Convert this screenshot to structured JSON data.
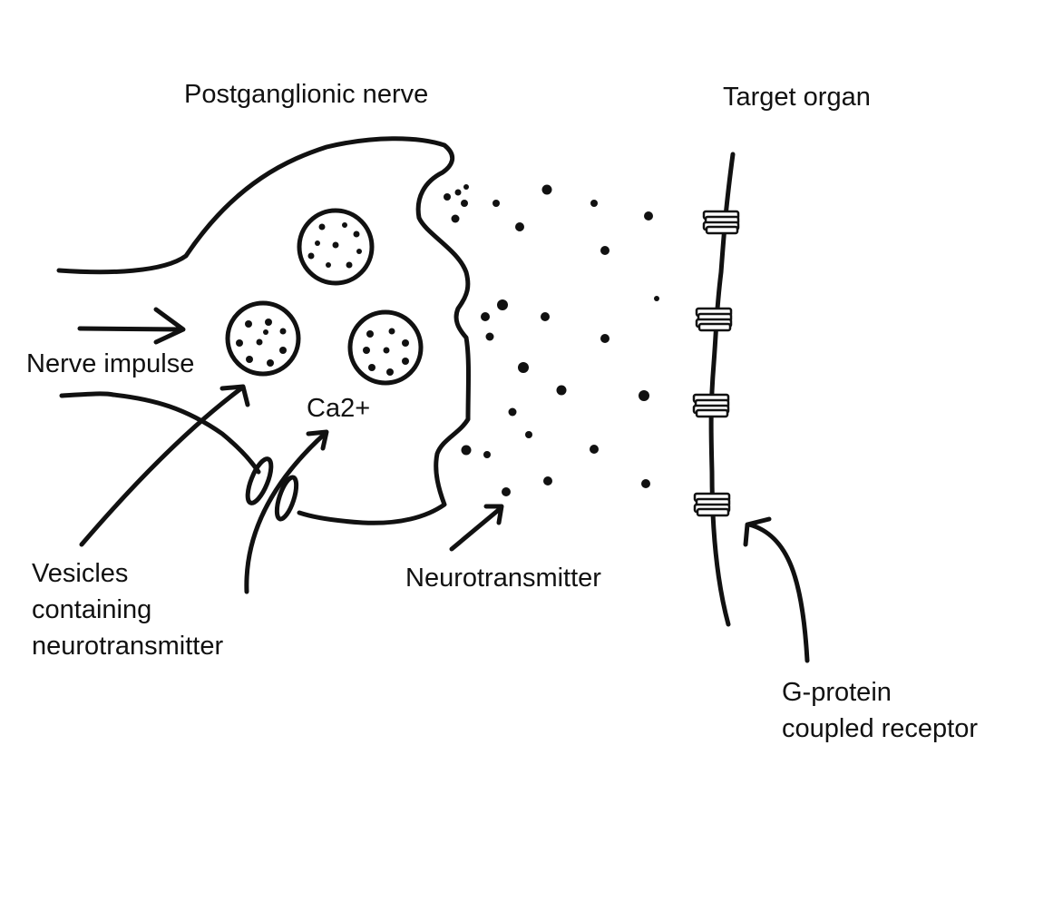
{
  "labels": {
    "postganglionic_nerve": "Postganglionic nerve",
    "target_organ": "Target organ",
    "nerve_impulse": "Nerve impulse",
    "calcium": "Ca2+",
    "vesicles_line1": "Vesicles",
    "vesicles_line2": "containing",
    "vesicles_line3": "neurotransmitter",
    "neurotransmitter": "Neurotransmitter",
    "gpcr_line1": "G-protein",
    "gpcr_line2": "coupled receptor"
  },
  "colors": {
    "ink": "#111111",
    "background": "#ffffff"
  }
}
